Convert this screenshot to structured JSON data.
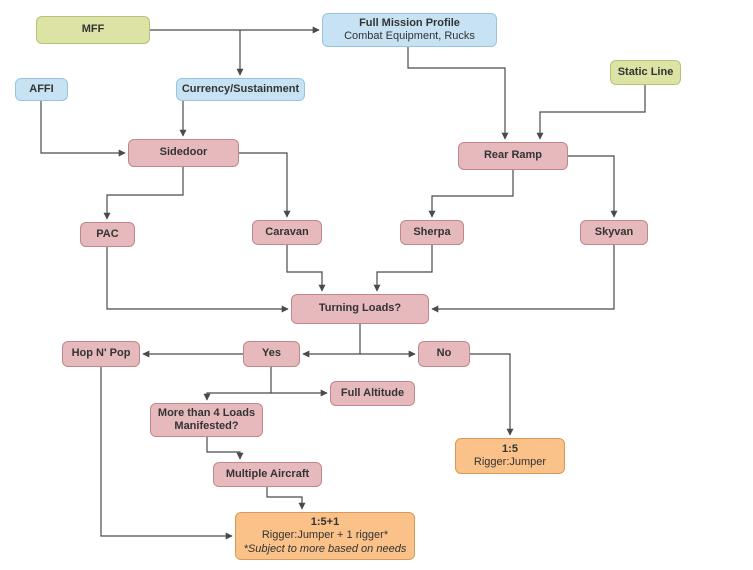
{
  "diagram": {
    "colors": {
      "olive_fill": "#dde3a4",
      "blue_fill": "#c6e2f3",
      "pink_fill": "#e6b9bd",
      "orange_fill": "#fac189",
      "connector": "#4a4a4a",
      "text": "#333333"
    },
    "nodes": {
      "mff": {
        "label": "MFF"
      },
      "fmp": {
        "title": "Full Mission Profile",
        "subtitle": "Combat Equipment, Rucks"
      },
      "static_line": {
        "label": "Static Line"
      },
      "affi": {
        "label": "AFFI"
      },
      "currency": {
        "label": "Currency/Sustainment"
      },
      "sidedoor": {
        "label": "Sidedoor"
      },
      "rear_ramp": {
        "label": "Rear Ramp"
      },
      "pac": {
        "label": "PAC"
      },
      "caravan": {
        "label": "Caravan"
      },
      "sherpa": {
        "label": "Sherpa"
      },
      "skyvan": {
        "label": "Skyvan"
      },
      "turning_loads": {
        "label": "Turning Loads?"
      },
      "hop_n_pop": {
        "label": "Hop N' Pop"
      },
      "yes": {
        "label": "Yes"
      },
      "no": {
        "label": "No"
      },
      "full_altitude": {
        "label": "Full Altitude"
      },
      "more_than_4": {
        "line1": "More than 4 Loads",
        "line2": "Manifested?"
      },
      "ratio_1_5": {
        "title": "1:5",
        "subtitle": "Rigger:Jumper"
      },
      "multiple_aircraft": {
        "label": "Multiple Aircraft"
      },
      "ratio_1_5_1": {
        "title": "1:5+1",
        "subtitle": "Rigger:Jumper + 1 rigger*",
        "note": "*Subject to more based on needs"
      }
    },
    "edges": [
      {
        "from": "MFF",
        "to": "Full Mission Profile"
      },
      {
        "from": "MFF",
        "to": "Currency/Sustainment"
      },
      {
        "from": "Full Mission Profile",
        "to": "Rear Ramp"
      },
      {
        "from": "Static Line",
        "to": "Rear Ramp"
      },
      {
        "from": "AFFI",
        "to": "Sidedoor"
      },
      {
        "from": "Currency/Sustainment",
        "to": "Sidedoor"
      },
      {
        "from": "Sidedoor",
        "to": "PAC"
      },
      {
        "from": "Sidedoor",
        "to": "Caravan"
      },
      {
        "from": "Rear Ramp",
        "to": "Sherpa"
      },
      {
        "from": "Rear Ramp",
        "to": "Skyvan"
      },
      {
        "from": "PAC",
        "to": "Turning Loads?"
      },
      {
        "from": "Caravan",
        "to": "Turning Loads?"
      },
      {
        "from": "Sherpa",
        "to": "Turning Loads?"
      },
      {
        "from": "Skyvan",
        "to": "Turning Loads?"
      },
      {
        "from": "Turning Loads?",
        "to": "Yes"
      },
      {
        "from": "Turning Loads?",
        "to": "No"
      },
      {
        "from": "Yes",
        "to": "Hop N' Pop"
      },
      {
        "from": "Yes",
        "to": "Full Altitude"
      },
      {
        "from": "Yes",
        "to": "More than 4 Loads Manifested?"
      },
      {
        "from": "No",
        "to": "1:5 Rigger:Jumper"
      },
      {
        "from": "More than 4 Loads Manifested?",
        "to": "Multiple Aircraft"
      },
      {
        "from": "Multiple Aircraft",
        "to": "1:5+1"
      },
      {
        "from": "Hop N' Pop",
        "to": "1:5+1"
      }
    ]
  }
}
